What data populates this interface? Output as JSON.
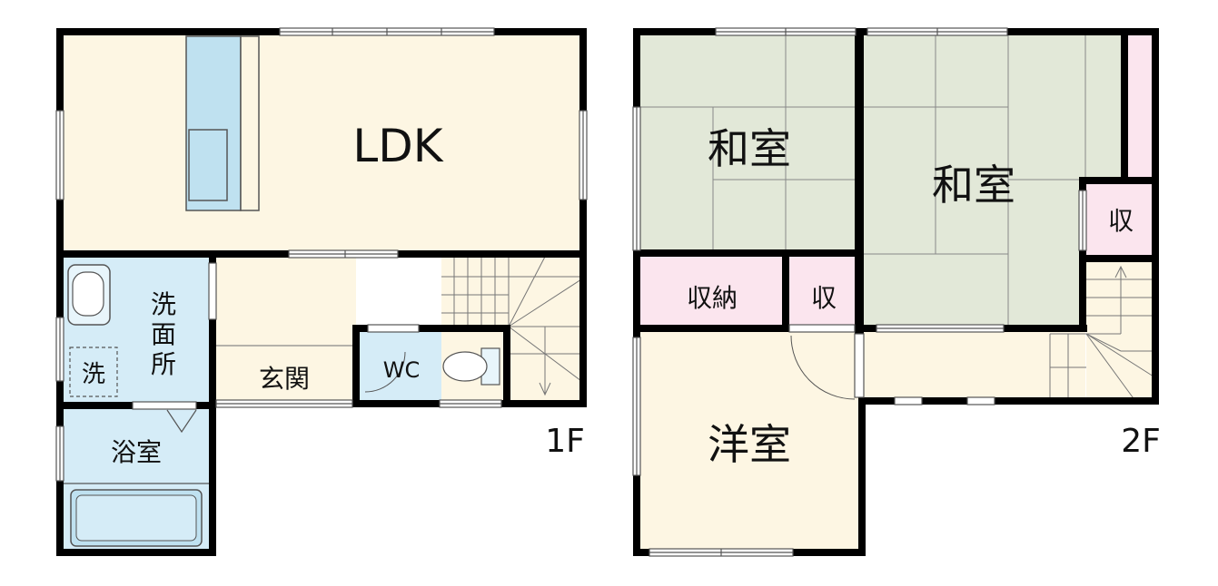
{
  "floor1": {
    "label": "1F",
    "rooms": {
      "ldk": "LDK",
      "washroom_chars": [
        "洗",
        "面",
        "所"
      ],
      "washer": "洗",
      "bath": "浴室",
      "entrance": "玄関",
      "toilet": "WC"
    }
  },
  "floor2": {
    "label": "2F",
    "rooms": {
      "washitsu_left": "和室",
      "washitsu_right": "和室",
      "storage_large": "収納",
      "storage_small": "収",
      "storage_right": "収",
      "western": "洋室"
    }
  },
  "colors": {
    "wall": "#000000",
    "living": "#fdf6e3",
    "wet": "#d5ecf7",
    "tatami": "#e2e8d8",
    "storage": "#fbe5ee",
    "fixture": "#bfe1f0"
  }
}
